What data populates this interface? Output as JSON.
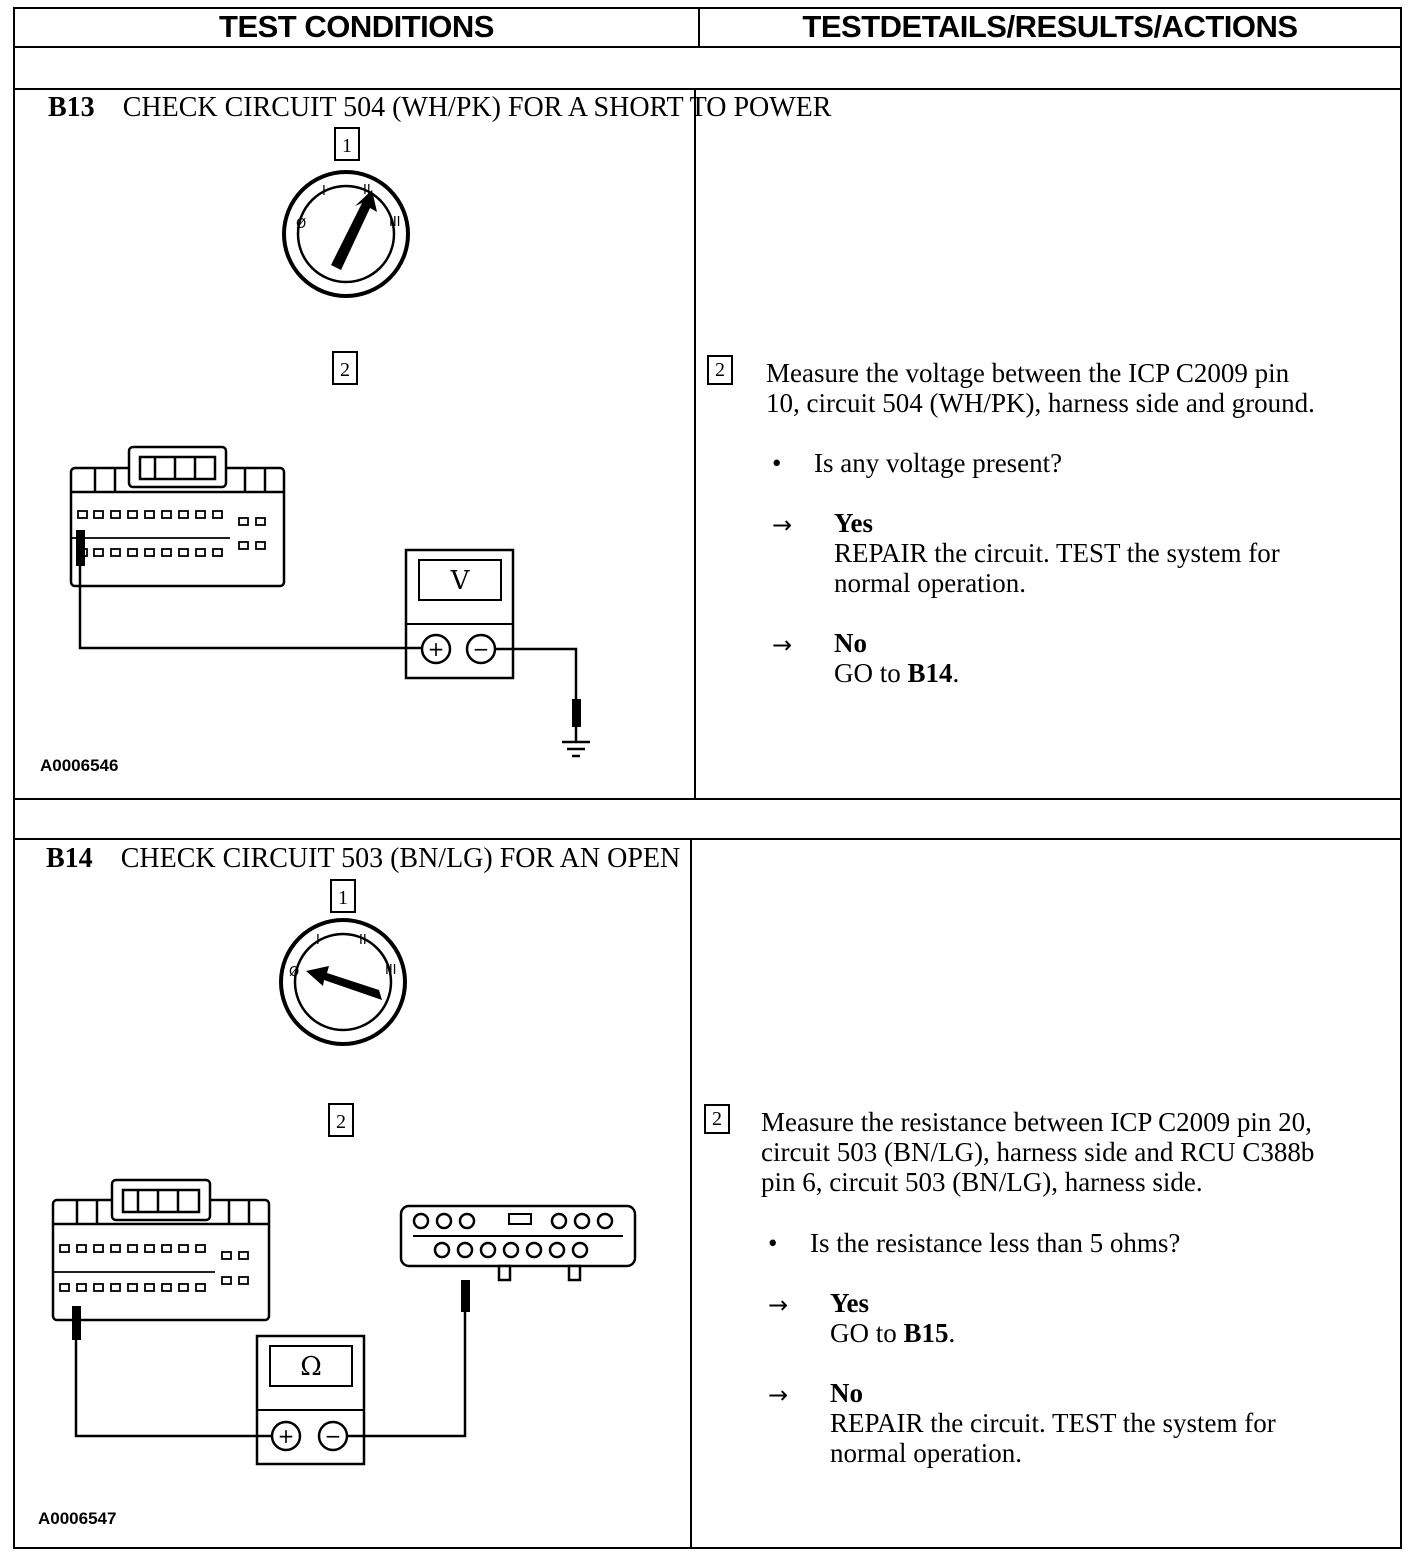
{
  "header": {
    "col1": "TEST CONDITIONS",
    "col2": "TESTDETAILS/RESULTS/ACTIONS"
  },
  "steps": [
    {
      "id": "B13",
      "title": "CHECK CIRCUIT 504 (WH/PK) FOR A SHORT TO POWER",
      "figure_id": "A0006546",
      "diagram": {
        "callout_1": "1",
        "callout_2": "2",
        "ignition_marks": [
          "Ø",
          "I",
          "II",
          "III"
        ],
        "meter_symbol": "V",
        "plus": "+",
        "minus": "−"
      },
      "detail": {
        "step_number": "2",
        "line1": "Measure the voltage between the ICP C2009 pin",
        "line2": "10, circuit 504 (WH/PK), harness side and ground.",
        "question": "Is any voltage present?",
        "bullet": "•",
        "arrow": "→",
        "results": [
          {
            "label": "Yes",
            "line1": "REPAIR the circuit. TEST the system for",
            "line2": "normal operation."
          },
          {
            "label": "No",
            "pre": "GO to ",
            "bold": "B14",
            "post": "."
          }
        ]
      }
    },
    {
      "id": "B14",
      "title": "CHECK CIRCUIT 503 (BN/LG) FOR AN OPEN",
      "figure_id": "A0006547",
      "diagram": {
        "callout_1": "1",
        "callout_2": "2",
        "ignition_marks": [
          "Ø",
          "I",
          "II",
          "III"
        ],
        "meter_symbol": "Ω",
        "plus": "+",
        "minus": "−"
      },
      "detail": {
        "step_number": "2",
        "line1": "Measure the resistance between ICP C2009 pin 20,",
        "line2": "circuit 503 (BN/LG), harness side and RCU C388b",
        "line3": "pin 6, circuit 503 (BN/LG), harness side.",
        "question": "Is the resistance less than 5 ohms?",
        "bullet": "•",
        "arrow": "→",
        "results": [
          {
            "label": "Yes",
            "pre": "GO to ",
            "bold": "B15",
            "post": "."
          },
          {
            "label": "No",
            "line1": "REPAIR the circuit. TEST the system for",
            "line2": "normal operation."
          }
        ]
      }
    }
  ]
}
